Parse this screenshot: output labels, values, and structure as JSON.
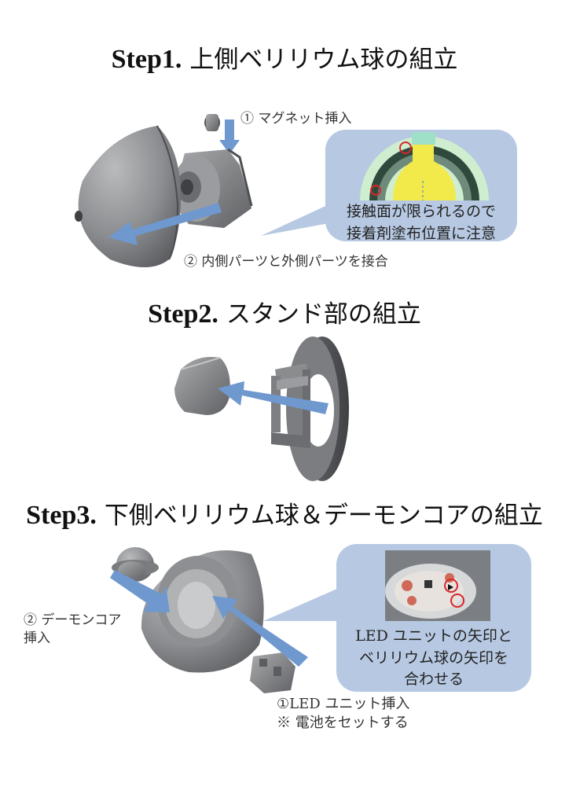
{
  "step1": {
    "title_step": "Step1.",
    "title_text": "上側ベリリウム球の組立",
    "note1": "① マグネット挿入",
    "note2": "② 内側パーツと外側パーツを接合",
    "bubble_line1": "接触面が限られるので",
    "bubble_line2": "接着剤塗布位置に注意"
  },
  "step2": {
    "title_step": "Step2.",
    "title_text": "スタンド部の組立"
  },
  "step3": {
    "title_step": "Step3.",
    "title_text": "下側ベリリウム球＆デーモンコアの組立",
    "note_core_line1": "② デーモンコア",
    "note_core_line2": "挿入",
    "bubble_line1": "LED ユニットの矢印と",
    "bubble_line2": "ベリリウム球の矢印を",
    "bubble_line3": "合わせる",
    "note_led_line1": "①LED ユニット挿入",
    "note_led_line2": "※ 電池をセットする"
  },
  "colors": {
    "bubble_fill": "#b7c9e2",
    "arrow_fill": "#6f98cf",
    "part_gray": "#8a8c8e",
    "highlight_yellow": "#f2e94a",
    "highlight_green": "#cfeecf",
    "marker_red": "#d9262b"
  },
  "icons": [
    "red-circle-marker-icon",
    "arrow-marker-icon"
  ]
}
